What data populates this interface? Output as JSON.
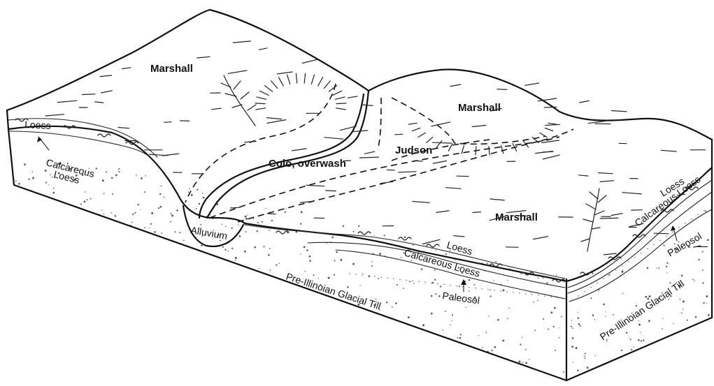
{
  "labels": {
    "marshall_top": "Marshall",
    "marshall_right": "Marshall",
    "marshall_lower": "Marshall",
    "colo": "Colo, overwash",
    "judson": "Judson",
    "alluvium": "Alluvium",
    "loess_left": "Loess",
    "calcareous_left_1": "Calcareous",
    "calcareous_left_2": "Loess",
    "loess_front": "Loess",
    "calcareous_front": "Calcareous Loess",
    "paleosol_front": "Paleosol",
    "till_front": "Pre-Illinoian Glacial Till",
    "loess_side": "Loess",
    "calcareous_side": "Calcareous Loess",
    "paleosol_side": "Paleosol",
    "till_side": "Pre-Illinoian Glacial Till"
  },
  "colors": {
    "ink": "#111111",
    "paper": "#ffffff",
    "stipple": "#555555"
  }
}
